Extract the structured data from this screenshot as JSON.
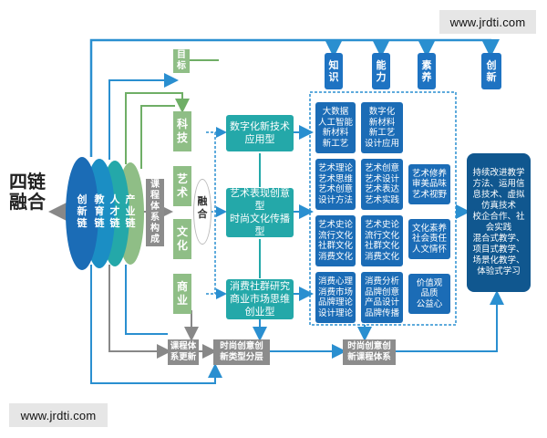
{
  "watermark_top": "www.jrdti.com",
  "watermark_bottom": "www.jrdti.com",
  "left_title": "四链\n融合",
  "chains": [
    "创\n新\n链",
    "教\n育\n链",
    "人\n才\n链",
    "产\n业\n链"
  ],
  "course_system_label": "课\n程\n体\n系\n构\n成",
  "goal_label": "目\n标",
  "subjects": [
    "科\n技",
    "艺\n术",
    "文\n化",
    "商\n业"
  ],
  "fusion_label": "融\n合",
  "types": [
    "数字化新技术\n应用型",
    "艺术表现创意型\n时尚文化传播型",
    "消费社群研究\n商业市场思维\n创业型"
  ],
  "headers": [
    "知\n识",
    "能\n力",
    "素\n养",
    "创\n新"
  ],
  "grid_col1": [
    "大数据\n人工智能\n新材料\n新工艺",
    "艺术理论\n艺术思维\n艺术创意\n设计方法",
    "艺术史论\n流行文化\n社群文化\n消费文化",
    "消费心理\n消费市场\n品牌理论\n设计理论"
  ],
  "grid_col2": [
    "数字化\n新材料\n新工艺\n设计应用",
    "艺术创意\n艺术设计\n艺术表达\n艺术实践",
    "艺术史论\n流行文化\n社群文化\n消费文化",
    "消费分析\n品牌创意\n产品设计\n品牌传播"
  ],
  "grid_col3": [
    "艺术修养\n审美品味\n艺术视野",
    "文化素养\n社会责任\n人文情怀",
    "价值观\n品质\n公益心"
  ],
  "innovation_text": "持续改进教学\n方法、运用信\n息技术、虚拟\n仿真技术\n校企合作、社\n会实践\n混合式教学、\n项目式教学、\n场景化教学、\n体验式学习",
  "bottom_labels": [
    "课程体\n系更新",
    "时尚创意创\n新类型分层",
    "时尚创意创\n新课程体系"
  ],
  "colors": {
    "green": "#8fbe86",
    "teal": "#24a8a9",
    "blue": "#1b6cb6",
    "dark_blue": "#10578f",
    "gray": "#8c8c8c",
    "arrow_blue": "#2a8fd0",
    "arrow_green": "#6fae66"
  }
}
